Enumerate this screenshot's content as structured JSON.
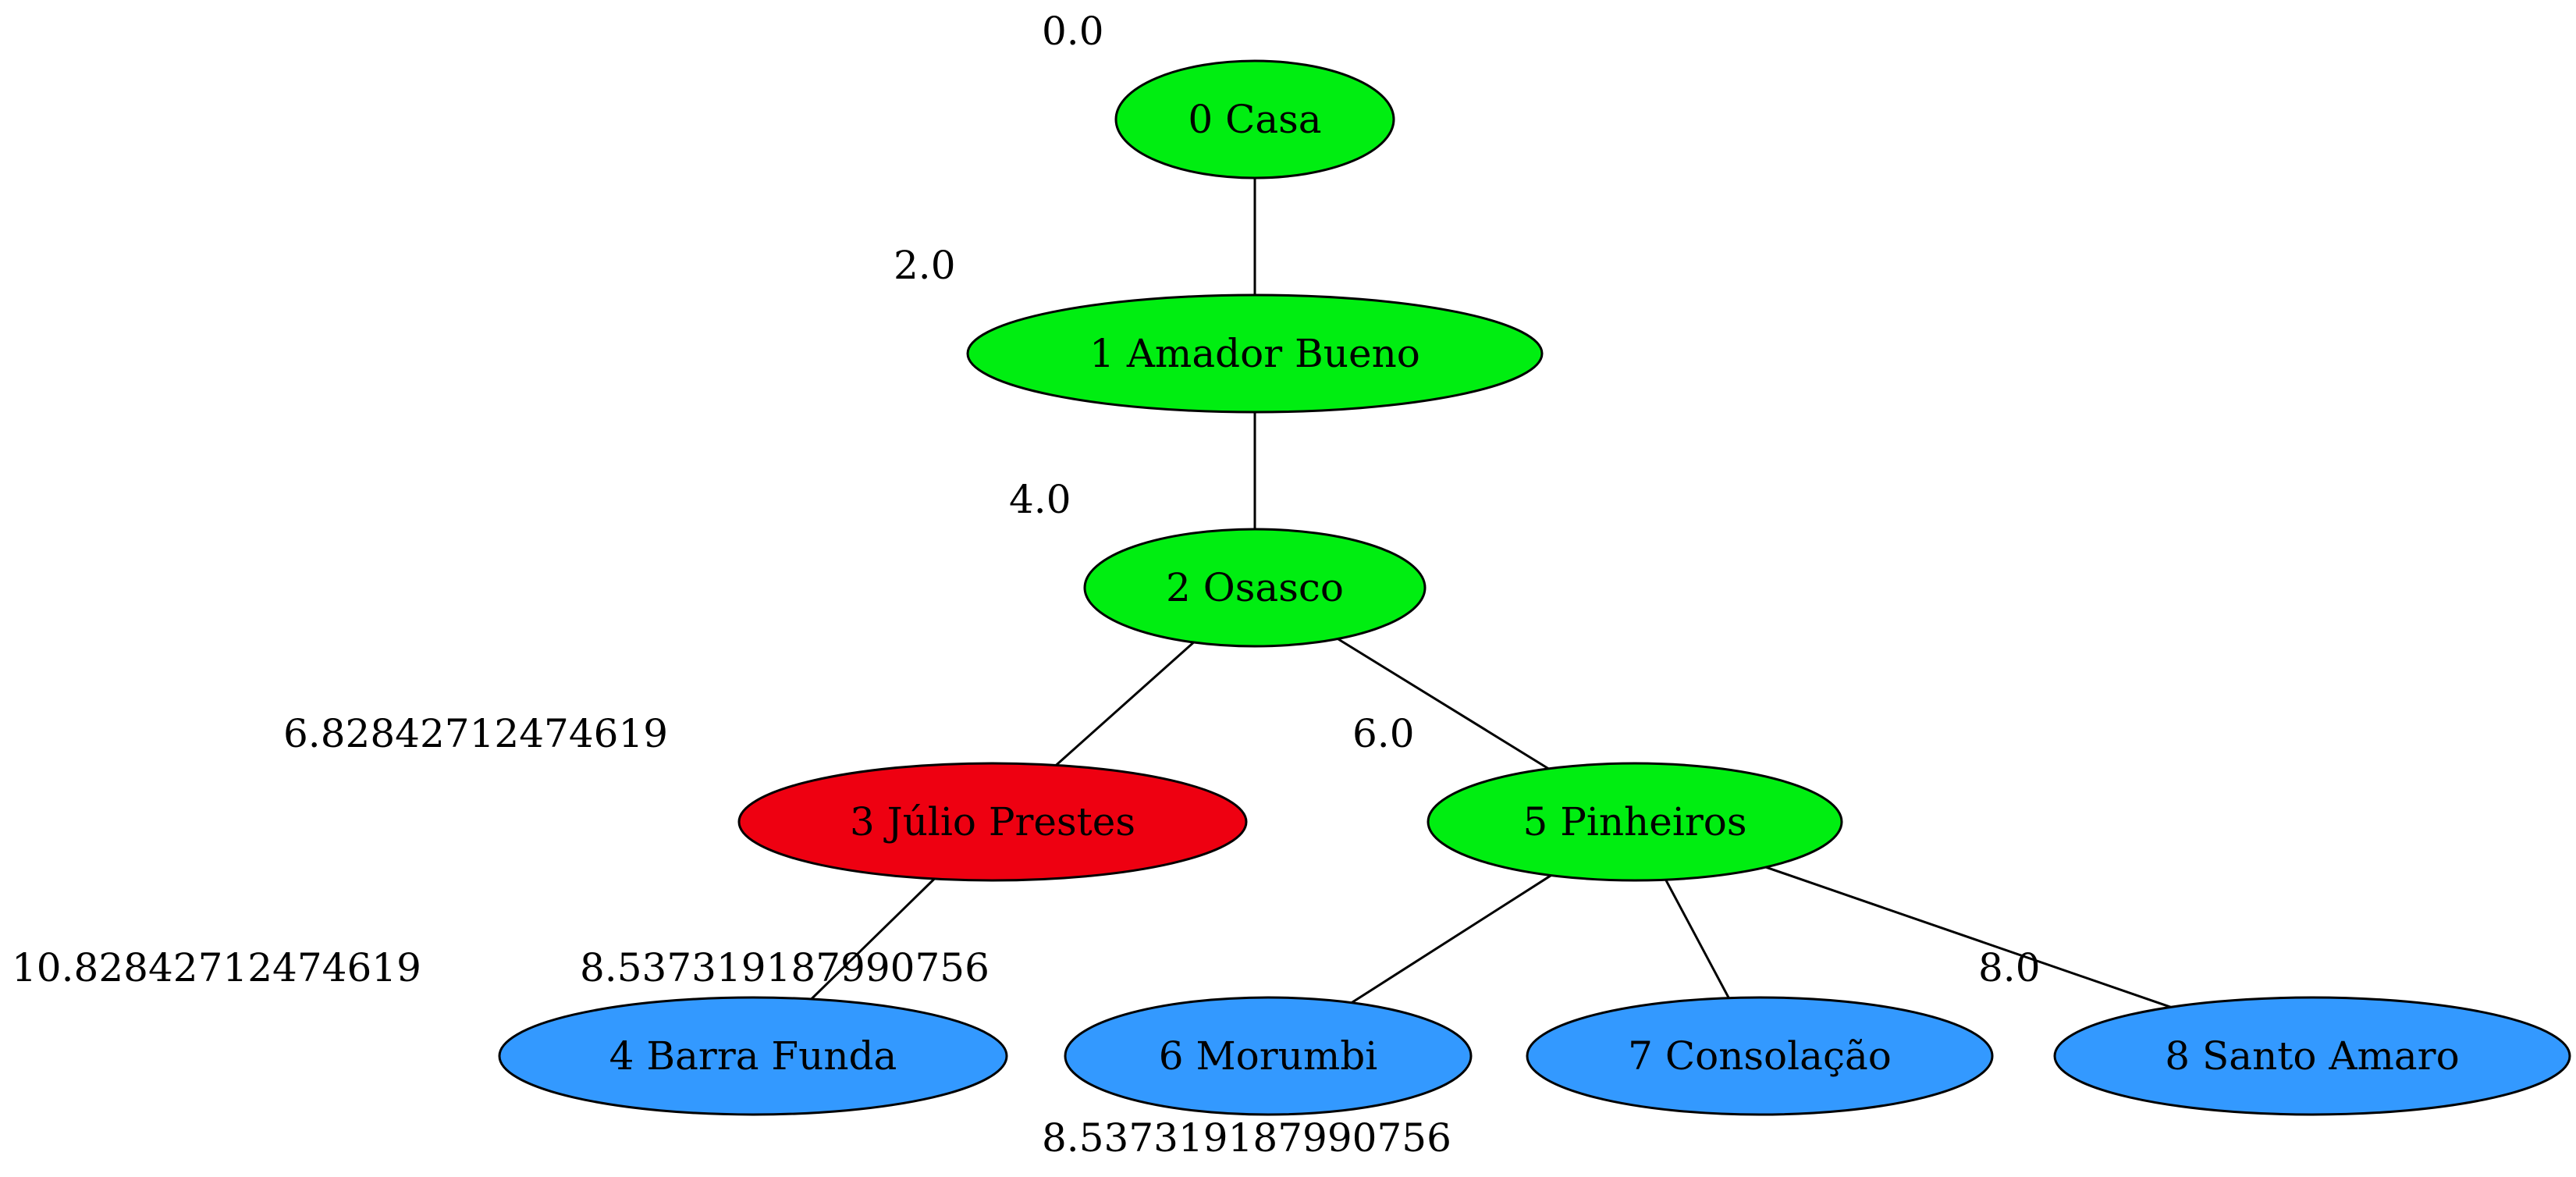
{
  "colors": {
    "visited": "#00ee11",
    "current": "#ee0011",
    "frontier": "#3399ff"
  },
  "nodes": [
    {
      "id": "0",
      "label": "0 Casa",
      "status": "visited",
      "cost": "0.0"
    },
    {
      "id": "1",
      "label": "1 Amador Bueno",
      "status": "visited",
      "cost": "2.0"
    },
    {
      "id": "2",
      "label": "2 Osasco",
      "status": "visited",
      "cost": "4.0"
    },
    {
      "id": "3",
      "label": "3 Júlio Prestes",
      "status": "current",
      "cost": "6.82842712474619"
    },
    {
      "id": "5",
      "label": "5 Pinheiros",
      "status": "visited",
      "cost": "6.0"
    },
    {
      "id": "4",
      "label": "4 Barra Funda",
      "status": "frontier",
      "cost": "10.82842712474619"
    },
    {
      "id": "6",
      "label": "6 Morumbi",
      "status": "frontier",
      "cost": "8.537319187990756"
    },
    {
      "id": "7",
      "label": "7 Consolação",
      "status": "frontier",
      "cost": "8.537319187990756"
    },
    {
      "id": "8",
      "label": "8 Santo Amaro",
      "status": "frontier",
      "cost": "8.0"
    }
  ],
  "edges": [
    {
      "from": "0",
      "to": "1"
    },
    {
      "from": "1",
      "to": "2"
    },
    {
      "from": "2",
      "to": "3"
    },
    {
      "from": "2",
      "to": "5"
    },
    {
      "from": "3",
      "to": "4"
    },
    {
      "from": "5",
      "to": "6"
    },
    {
      "from": "5",
      "to": "7"
    },
    {
      "from": "5",
      "to": "8"
    }
  ]
}
